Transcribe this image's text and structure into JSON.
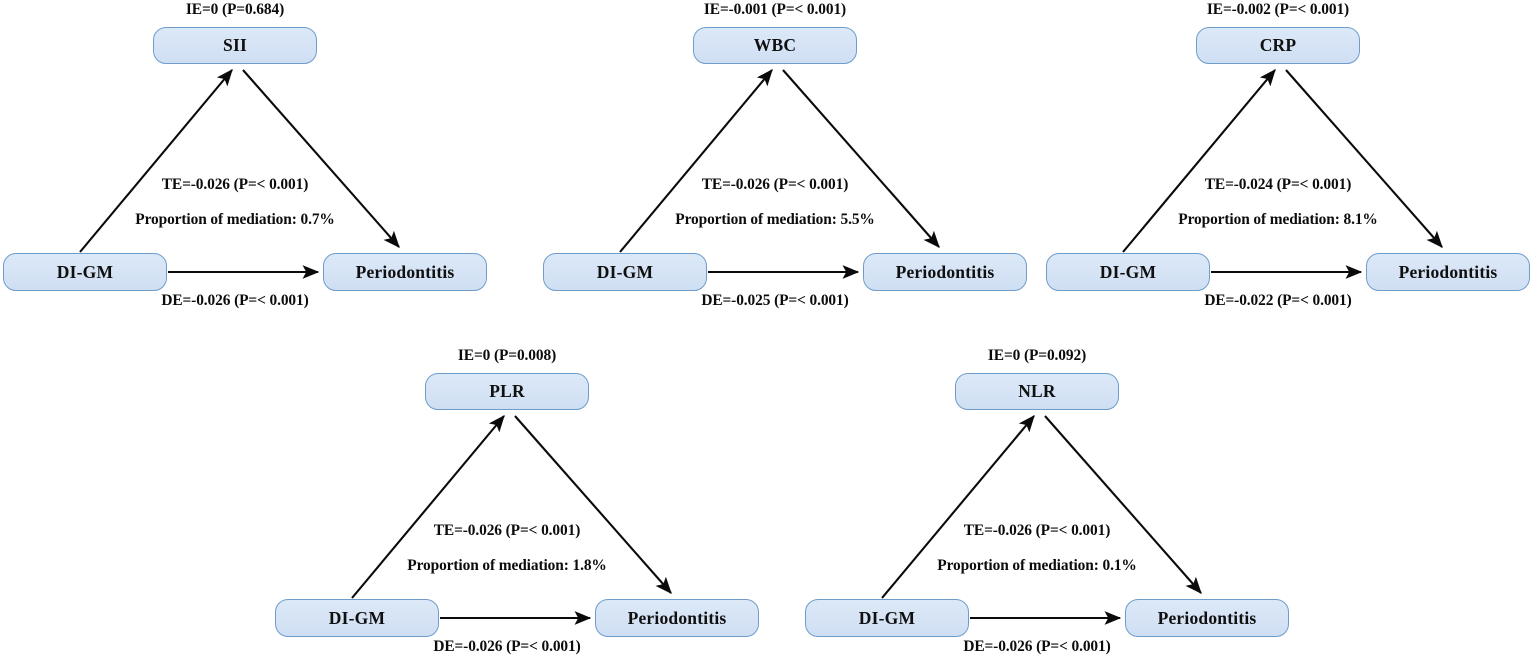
{
  "figure": {
    "type": "mediation-diagram-grid",
    "node_labels": {
      "exposure": "DI-GM",
      "outcome": "Periodontitis"
    },
    "colors": {
      "box_fill": "#d6e4f6",
      "box_border": "#6f9dcb",
      "arrow": "#0a0a0a",
      "text": "#0c0c0c",
      "background": "#ffffff"
    },
    "panels": [
      {
        "id": "sii",
        "mediator": "SII",
        "exposure": "DI-GM",
        "outcome": "Periodontitis",
        "indirect_effect": "IE=0 (P=0.684)",
        "total_effect": "TE=-0.026 (P=< 0.001)",
        "proportion_mediated": "Proportion of mediation: 0.7%",
        "direct_effect": "DE=-0.026 (P=< 0.001)"
      },
      {
        "id": "wbc",
        "mediator": "WBC",
        "exposure": "DI-GM",
        "outcome": "Periodontitis",
        "indirect_effect": "IE=-0.001 (P=< 0.001)",
        "total_effect": "TE=-0.026 (P=< 0.001)",
        "proportion_mediated": "Proportion of mediation: 5.5%",
        "direct_effect": "DE=-0.025 (P=< 0.001)"
      },
      {
        "id": "crp",
        "mediator": "CRP",
        "exposure": "DI-GM",
        "outcome": "Periodontitis",
        "indirect_effect": "IE=-0.002 (P=< 0.001)",
        "total_effect": "TE=-0.024 (P=< 0.001)",
        "proportion_mediated": "Proportion of mediation: 8.1%",
        "direct_effect": "DE=-0.022 (P=< 0.001)"
      },
      {
        "id": "plr",
        "mediator": "PLR",
        "exposure": "DI-GM",
        "outcome": "Periodontitis",
        "indirect_effect": "IE=0 (P=0.008)",
        "total_effect": "TE=-0.026 (P=< 0.001)",
        "proportion_mediated": "Proportion of mediation: 1.8%",
        "direct_effect": "DE=-0.026 (P=< 0.001)"
      },
      {
        "id": "nlr",
        "mediator": "NLR",
        "exposure": "DI-GM",
        "outcome": "Periodontitis",
        "indirect_effect": "IE=0 (P=0.092)",
        "total_effect": "TE=-0.026 (P=< 0.001)",
        "proportion_mediated": "Proportion of mediation: 0.1%",
        "direct_effect": "DE=-0.026 (P=< 0.001)"
      }
    ]
  }
}
